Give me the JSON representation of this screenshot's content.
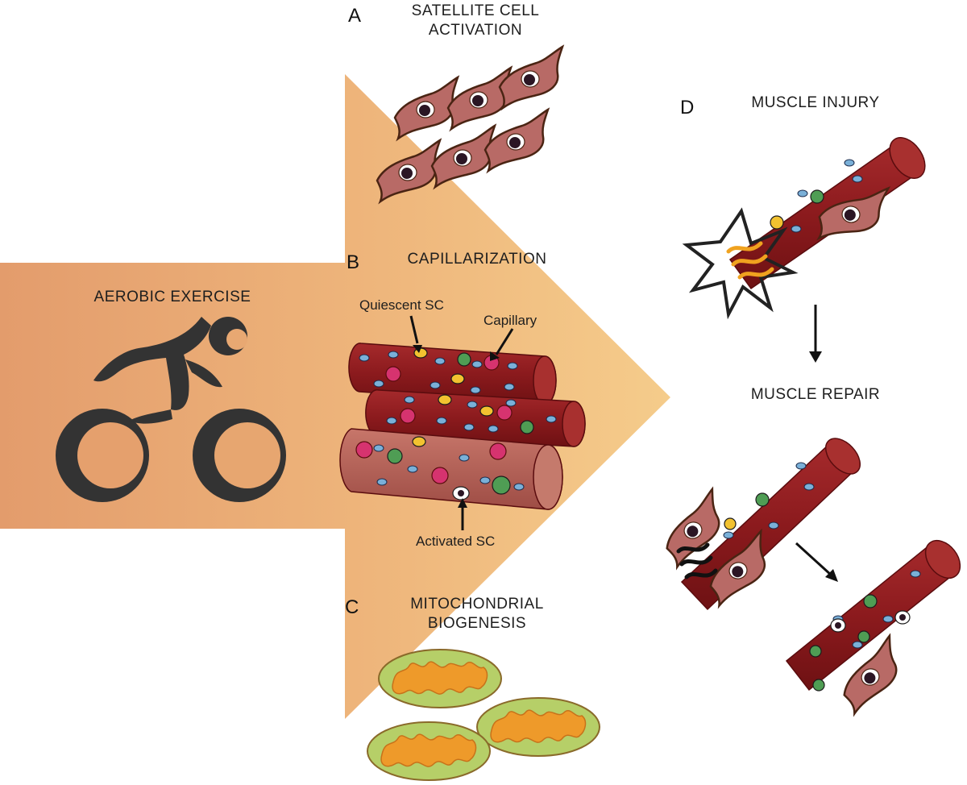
{
  "panels": {
    "main": {
      "label": "AEROBIC EXERCISE"
    },
    "a": {
      "letter": "A",
      "title_line1": "SATELLITE CELL",
      "title_line2": "ACTIVATION"
    },
    "b": {
      "letter": "B",
      "title": "CAPILLARIZATION",
      "quiescent_label": "Quiescent SC",
      "capillary_label": "Capillary",
      "activated_label": "Activated SC"
    },
    "c": {
      "letter": "C",
      "title_line1": "MITOCHONDRIAL",
      "title_line2": "BIOGENESIS"
    },
    "d": {
      "letter": "D",
      "injury_label": "MUSCLE INJURY",
      "repair_label": "MUSCLE REPAIR"
    }
  },
  "colors": {
    "arrow_left": "#e4a06d",
    "arrow_right": "#f3c686",
    "muscle_fiber": "#8f1d1f",
    "satellite_cell": "#b86a66",
    "capillary": "#d6336f",
    "mitochondria_outer": "#b7cf6a",
    "mitochondria_inner": "#ef9a2b",
    "cyclist": "#333333"
  },
  "icons": [
    "cyclist-icon",
    "satellite-cell-icon",
    "muscle-fiber-icon",
    "mitochondrion-icon",
    "injury-burst-icon"
  ]
}
